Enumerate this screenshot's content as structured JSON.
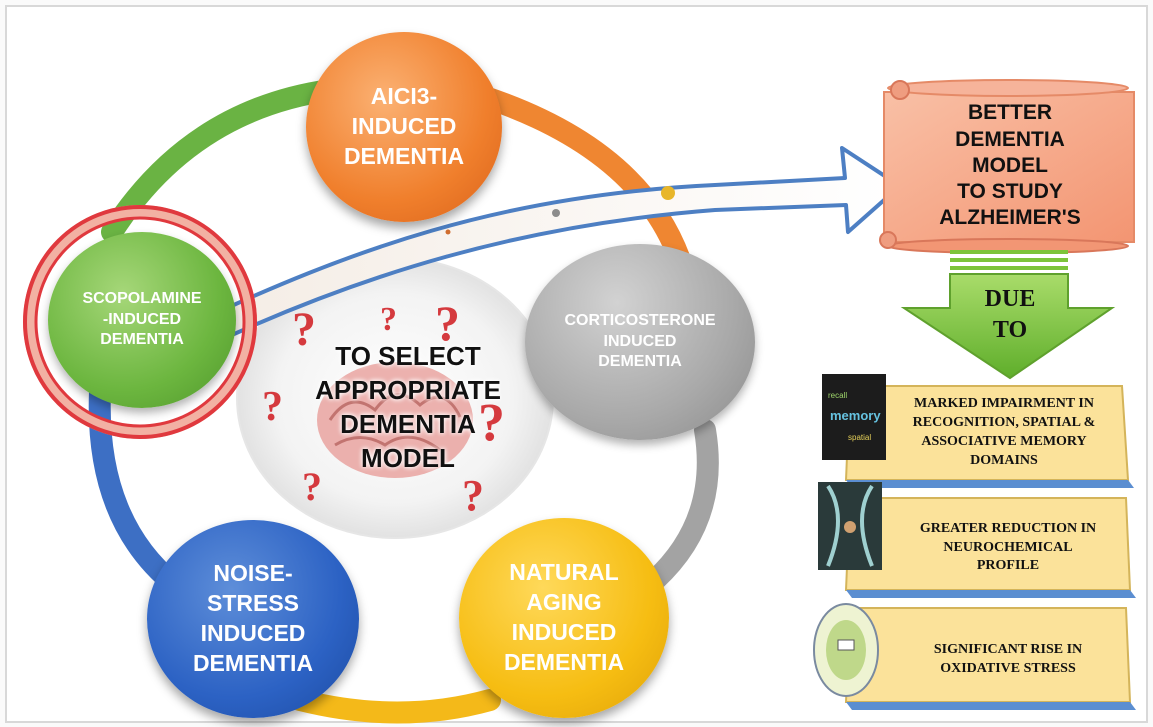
{
  "nodes": {
    "aici3": [
      "AICI3-",
      "INDUCED",
      "DEMENTIA"
    ],
    "scopolamine": [
      "SCOPOLAMINE",
      "-INDUCED",
      "DEMENTIA"
    ],
    "corticosterone": [
      "CORTICOSTERONE",
      "INDUCED",
      "DEMENTIA"
    ],
    "noise_stress": [
      "NOISE-",
      "STRESS",
      "INDUCED",
      "DEMENTIA"
    ],
    "natural_aging": [
      "NATURAL",
      "AGING",
      "INDUCED",
      "DEMENTIA"
    ]
  },
  "center": [
    "TO SELECT",
    "APPROPRIATE",
    "DEMENTIA",
    "MODEL"
  ],
  "outcome": [
    "BETTER",
    "DEMENTIA",
    "MODEL",
    "TO STUDY",
    "ALZHEIMER'S"
  ],
  "due_arrow": [
    "DUE",
    "TO"
  ],
  "findings": [
    [
      "MARKED IMPAIRMENT IN",
      "RECOGNITION, SPATIAL &",
      "ASSOCIATIVE MEMORY",
      "DOMAINS"
    ],
    [
      "GREATER REDUCTION IN",
      "NEUROCHEMICAL",
      "PROFILE"
    ],
    [
      "SIGNIFICANT RISE IN",
      "OXIDATIVE STRESS"
    ]
  ],
  "colors": {
    "ring_green": "#6ab343",
    "ring_orange": "#ef8631",
    "ring_gray": "#a3a3a3",
    "ring_blue": "#3d6fc4",
    "ring_yellow": "#f4b919",
    "highlight_ring": "#e0393e",
    "scroll": "#f6a889",
    "due_arrow": "#7cc43a",
    "finding_box": "#fbe29a"
  }
}
